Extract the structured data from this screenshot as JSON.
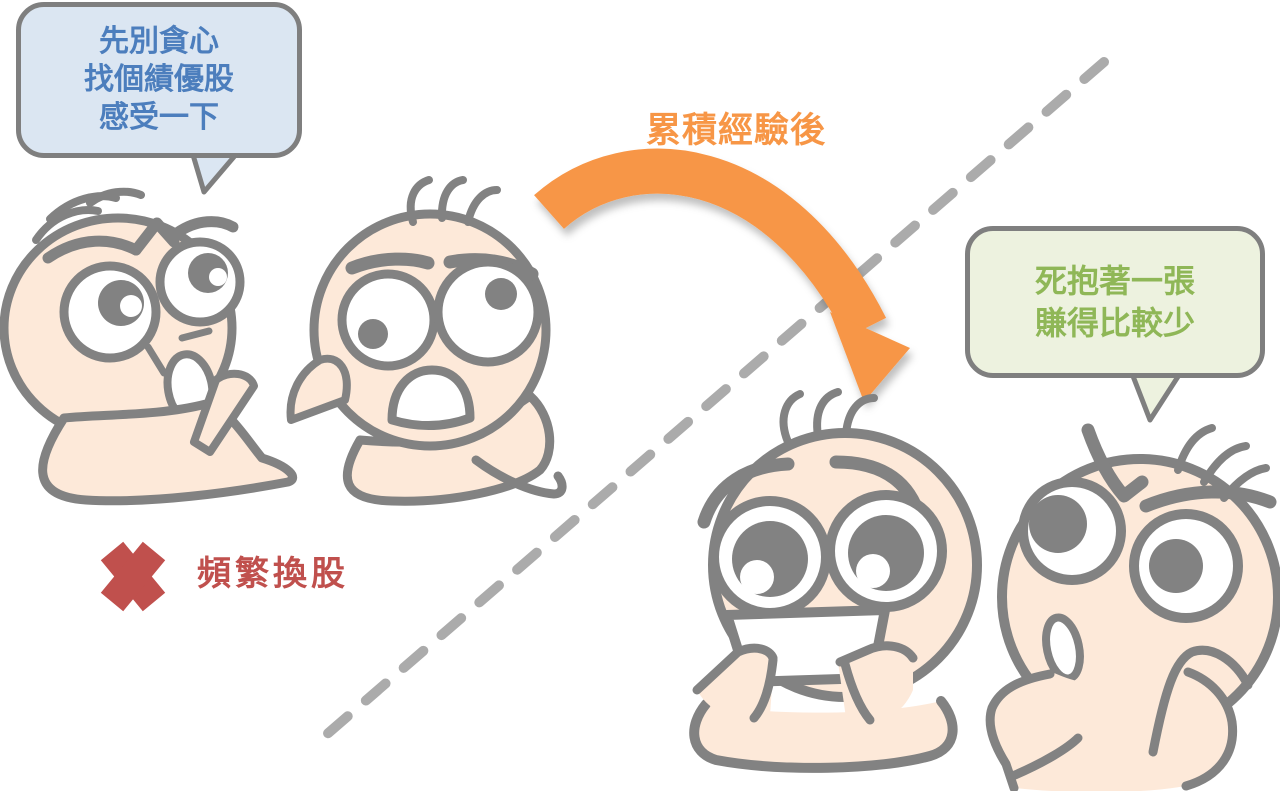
{
  "bubbles": {
    "left": {
      "lines": [
        "先別貪心",
        "找個績優股",
        "感受一下"
      ],
      "text_color": "#4C7EBD",
      "fill": "#DBE6F2",
      "border_color": "#7F7F7F"
    },
    "right": {
      "lines": [
        "死抱著一張",
        "賺得比較少"
      ],
      "text_color": "#8FB757",
      "fill": "#EDF2DF",
      "border_color": "#7F7F7F"
    }
  },
  "labels": {
    "arrow_caption": {
      "text": "累積經驗後",
      "color": "#F79646"
    },
    "dont": {
      "text": "頻繁換股",
      "color": "#C0504D",
      "icon": "x-mark-icon"
    }
  },
  "divider": {
    "style": "dashed",
    "color": "#ABABAB"
  },
  "arrow": {
    "color": "#F79646",
    "direction": "arc-left-to-right-pointing-down"
  },
  "characters": [
    {
      "id": "char-1",
      "pose": "annoyed, big eyes, hand raised to chin"
    },
    {
      "id": "char-2",
      "pose": "shocked, open mouth"
    },
    {
      "id": "char-3",
      "pose": "nervous grin, hands gripping mouth"
    },
    {
      "id": "char-4",
      "pose": "upset, glancing up, small open mouth"
    }
  ],
  "palette": {
    "skin": "#FDE9D9",
    "outline": "#828282",
    "white": "#FFFFFF"
  }
}
